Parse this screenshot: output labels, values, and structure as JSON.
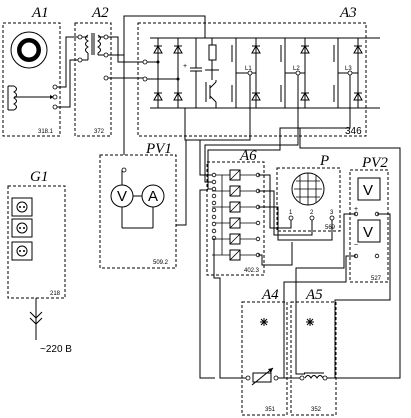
{
  "labels": {
    "a1": "A1",
    "a2": "A2",
    "a3": "A3",
    "a4": "A4",
    "a5": "A5",
    "a6": "A6",
    "g1": "G1",
    "p": "P",
    "pv1": "PV1",
    "pv2": "PV2"
  },
  "codes": {
    "a1": "318.1",
    "a2": "372",
    "a3": "346",
    "a4": "351",
    "a5": "352",
    "a6": "402.3",
    "g1": "218",
    "p": "569",
    "pv1": "509.2",
    "pv2": "527"
  },
  "a3_outputs": [
    "L1",
    "L2",
    "L3"
  ],
  "meters": {
    "pv1_v": "V",
    "pv1_a": "A",
    "pv2_v": "V",
    "pv2_ac": "V"
  },
  "p_terminals": [
    "1",
    "2",
    "3"
  ],
  "pv2_dc_mark": "+",
  "pv2_ac_mark": "~",
  "a3_cap_mark": "+",
  "supply_note": "~220 В",
  "colors": {
    "line": "#000000",
    "background": "#ffffff"
  }
}
